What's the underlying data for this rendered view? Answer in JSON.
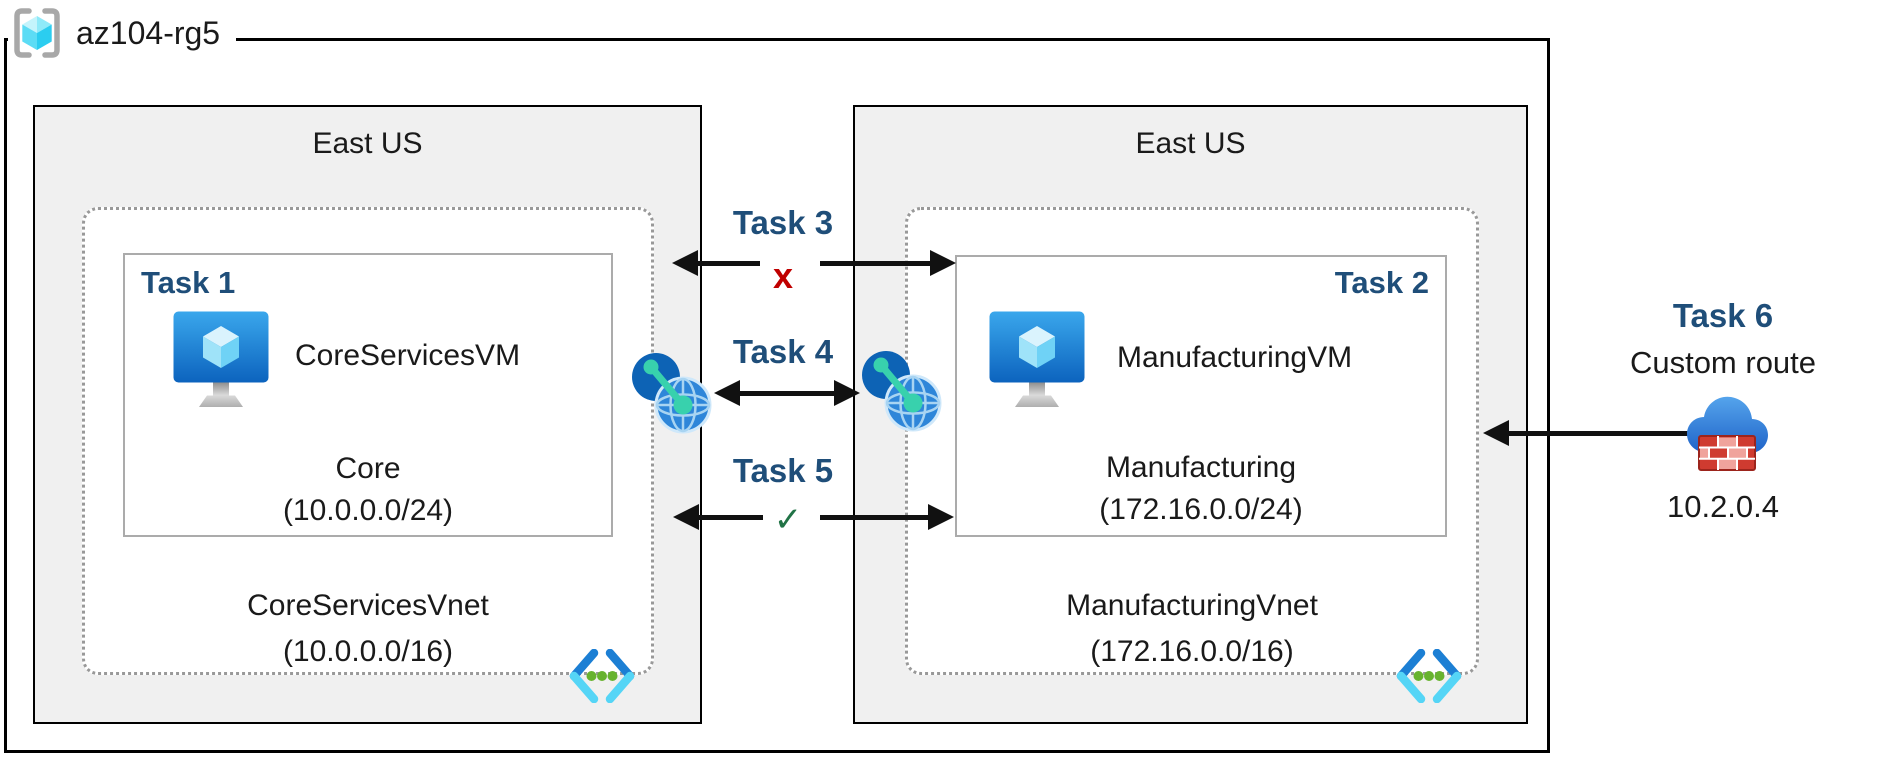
{
  "resource_group": {
    "label": "az104-rg5"
  },
  "regions": {
    "left": {
      "name": "East US",
      "subnet": {
        "task_label": "Task 1",
        "vm_name": "CoreServicesVM",
        "name": "Core",
        "cidr": "(10.0.0.0/24)"
      },
      "vnet": {
        "name": "CoreServicesVnet",
        "cidr": "(10.0.0.0/16)"
      }
    },
    "right": {
      "name": "East US",
      "subnet": {
        "task_label": "Task 2",
        "vm_name": "ManufacturingVM",
        "name": "Manufacturing",
        "cidr": "(172.16.0.0/24)"
      },
      "vnet": {
        "name": "ManufacturingVnet",
        "cidr": "(172.16.0.0/16)"
      }
    }
  },
  "connections": {
    "task3": {
      "label": "Task 3",
      "status": "x"
    },
    "task4": {
      "label": "Task 4"
    },
    "task5": {
      "label": "Task 5",
      "status": "✓"
    },
    "task6": {
      "label": "Task 6",
      "description": "Custom route",
      "ip": "10.2.0.4"
    }
  },
  "icons": {
    "resource_group": "resource-group-icon",
    "virtual_machine": "virtual-machine-icon",
    "vnet_peering": "vnet-peering-icon",
    "virtual_network": "virtual-network-icon",
    "firewall_cloud": "nva-cloud-firewall-icon"
  },
  "colors": {
    "task_label_navy": "#1f4e79",
    "deny_x_red": "#c00000",
    "allow_check_green": "#217346",
    "region_fill": "#f0f0f0",
    "arrow_black": "#111111",
    "azure_blue": "#0d63b5",
    "peering_teal": "#38d1ad",
    "vnet_dot_green": "#67b32e",
    "firewall_red": "#cf3b30"
  }
}
